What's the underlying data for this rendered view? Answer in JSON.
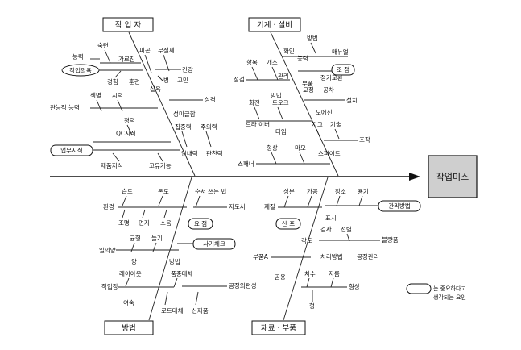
{
  "effect": "작업미스",
  "categories": {
    "worker": "작 업 자",
    "machine": "기계 · 설비",
    "method": "방법",
    "material": "재료 · 부품"
  },
  "worker": {
    "skill": "숙련",
    "ability": "능력",
    "teaching": "가르침",
    "experience": "경험",
    "training": "훈련",
    "fatigue": "피곤",
    "hardship": "무절제",
    "health": "건강",
    "illness": "병",
    "trouble": "고민",
    "diligence": "실욕",
    "color_sense": "색별",
    "eyesight": "시력",
    "sensory": "관능적 능력",
    "personality": "성격",
    "aptitude": "성미급함",
    "hearing": "청력",
    "attention": "주의력",
    "concentration": "집중력",
    "qc": "QC지식",
    "patience": "인내력",
    "judgement": "판찬력",
    "product_knowledge": "제품지식",
    "intrinsic": "고유기능",
    "oval_will": "작업의욕",
    "oval_knowledge": "업무지식"
  },
  "machine": {
    "direction": "방법",
    "confirm": "확인",
    "ability": "능력",
    "manual": "매뉴얼",
    "item": "항목",
    "opening": "개소",
    "inspection": "점검",
    "management": "관리",
    "parts": "부품",
    "replace": "정기교환",
    "tool": "공차",
    "calibration": "교정",
    "installation": "설치",
    "method2": "방법",
    "rotation": "회전",
    "torque": "토오크",
    "oiling": "오에신",
    "driver": "드라 이버",
    "timing": "타임",
    "jig": "지그",
    "skill": "기술",
    "operation": "조작",
    "shape": "형상",
    "wear": "마모",
    "spanner": "스패너",
    "speed": "스피이드",
    "oval_adjust": "조 정"
  },
  "method": {
    "temperature": "온도",
    "humidity": "습도",
    "environment": "환경",
    "lighting": "조명",
    "dust": "먼지",
    "noise": "소음",
    "order_rule": "순서 쓰는 법",
    "instruction_sheet": "지도서",
    "balance": "균형",
    "stretch": "늘기",
    "position": "일의양",
    "quantity": "양",
    "layout": "레이아웃",
    "method_b": "방법",
    "self_check": "사기체크",
    "alternative": "품종대체",
    "process": "공정의편성",
    "work_area": "작업장",
    "route": "로트대체",
    "new_product": "신제품",
    "transfer": "여숙",
    "oval_key": "요 점"
  },
  "material": {
    "component": "성분",
    "processing": "가공",
    "place": "장소",
    "container": "용기",
    "material_item": "재질",
    "display": "표시",
    "check": "검사",
    "selection": "선별",
    "defect": "불량품",
    "sort": "처리방법",
    "process_mgmt": "공정관리",
    "angle": "각도",
    "part_a": "부품A",
    "shape_b": "곰용",
    "dimension": "치수",
    "standard": "지름",
    "form": "형상",
    "shape": "형",
    "oval_origin": "산 포",
    "oval_method": "관리방법"
  },
  "legend": {
    "line1": "는 중요하다고",
    "line2": "생각되는 요인"
  }
}
